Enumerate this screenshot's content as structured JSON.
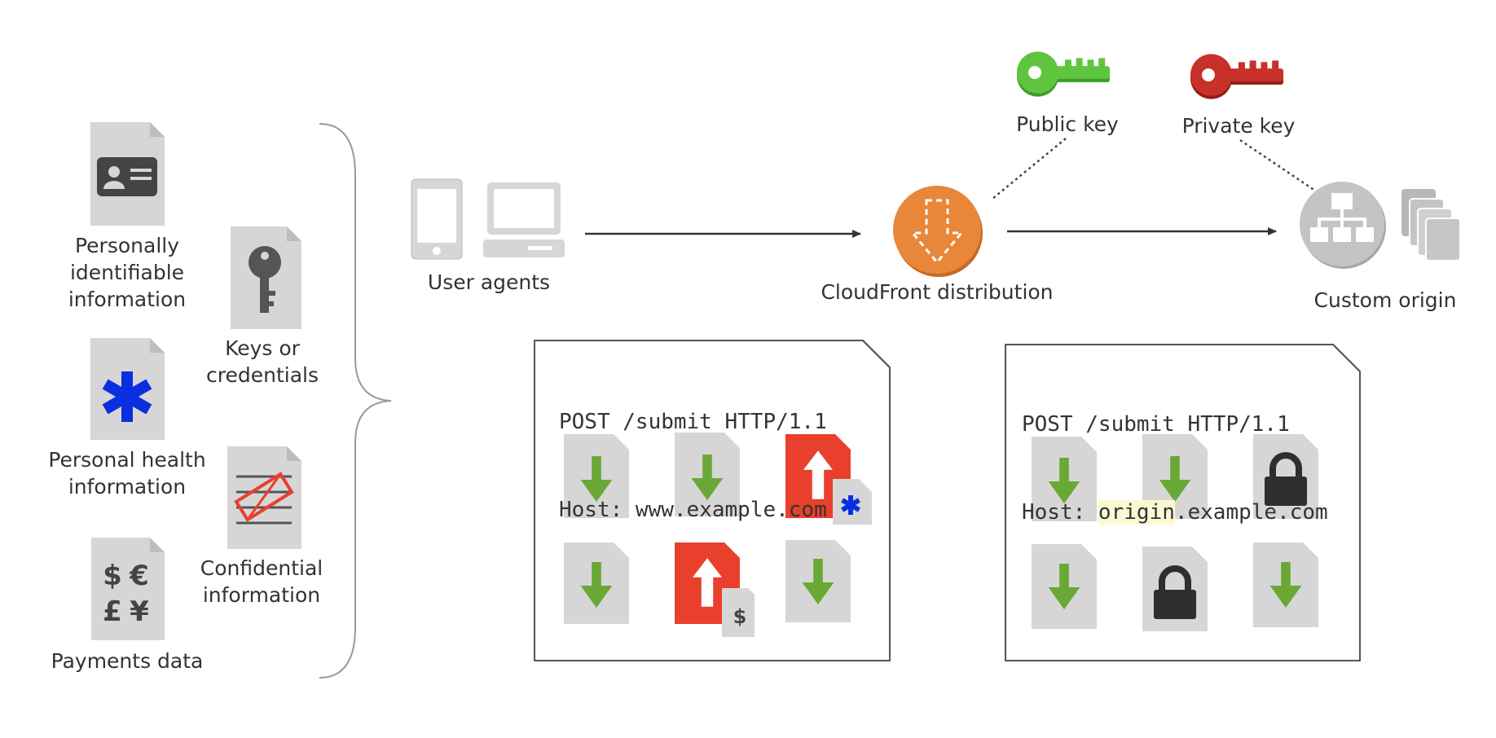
{
  "left_group": {
    "pii_label": "Personally\nidentifiable\ninformation",
    "keys_label": "Keys or\ncredentials",
    "phi_label": "Personal health\ninformation",
    "confidential_label": "Confidential\ninformation",
    "payments_label": "Payments data",
    "currency_symbols": [
      "$",
      "€",
      "£",
      "¥"
    ]
  },
  "nodes": {
    "user_agents": "User agents",
    "cloudfront": "CloudFront distribution",
    "public_key": "Public key",
    "private_key": "Private key",
    "custom_origin": "Custom origin"
  },
  "request_viewer": {
    "line1": "POST /submit HTTP/1.1",
    "host_prefix": "Host: ",
    "host_value": "www.example.com",
    "sensitive_badge_1": "✱",
    "sensitive_badge_2": "$"
  },
  "request_origin": {
    "line1": "POST /submit HTTP/1.1",
    "host_prefix": "Host: ",
    "host_highlight": "origin",
    "host_rest": ".example.com"
  },
  "colors": {
    "public_key": "#5fc53f",
    "private_key": "#c8312a",
    "cloudfront": "#e8873a",
    "field_red": "#e8402c",
    "arrow_green": "#6aa835",
    "doc_gray": "#d6d6d6",
    "icon_dark": "#2e2e2e",
    "health_blue": "#0a2fe0",
    "highlight": "#fdf8d2"
  }
}
